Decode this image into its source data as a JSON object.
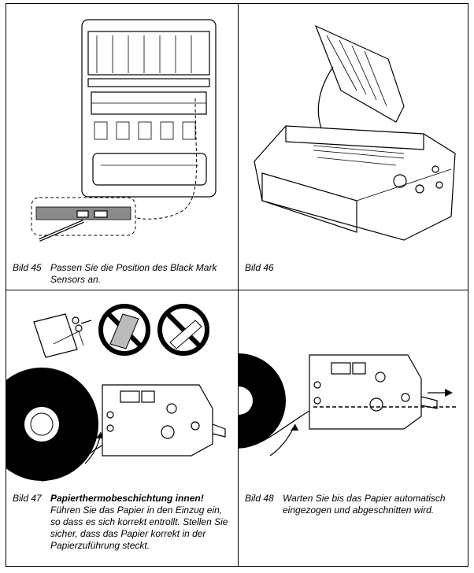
{
  "captions": {
    "bild45": {
      "num": "Bild 45",
      "text": "Passen Sie die Position des Black Mark Sensors an."
    },
    "bild46": {
      "num": "Bild 46",
      "text": ""
    },
    "bild47": {
      "num": "Bild 47",
      "bold": "Papierthermobeschichtung innen!",
      "text": "Führen Sie das Papier in den Einzug ein, so dass es sich korrekt entrollt. Stellen Sie sicher, dass das Papier korrekt in der Papierzuführung steckt."
    },
    "bild48": {
      "num": "Bild 48",
      "text": "Warten Sie bis das Papier automatisch eingezogen und abgeschnitten wird."
    }
  },
  "colors": {
    "ink": "#000000",
    "grey": "#8a8a8a",
    "paper": "#ffffff"
  }
}
